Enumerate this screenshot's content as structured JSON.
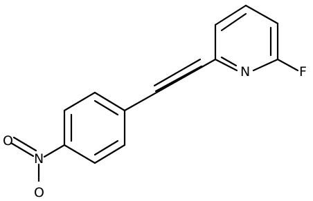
{
  "molecule": {
    "atoms": {
      "fluorine": "F",
      "pyridine_nitrogen": "N",
      "nitro_nitrogen": "N",
      "nitro_oxygen_top": "O",
      "nitro_oxygen_bottom": "O"
    },
    "colors": {
      "bond": "#000000",
      "label": "#000000",
      "background": "#ffffff"
    }
  }
}
